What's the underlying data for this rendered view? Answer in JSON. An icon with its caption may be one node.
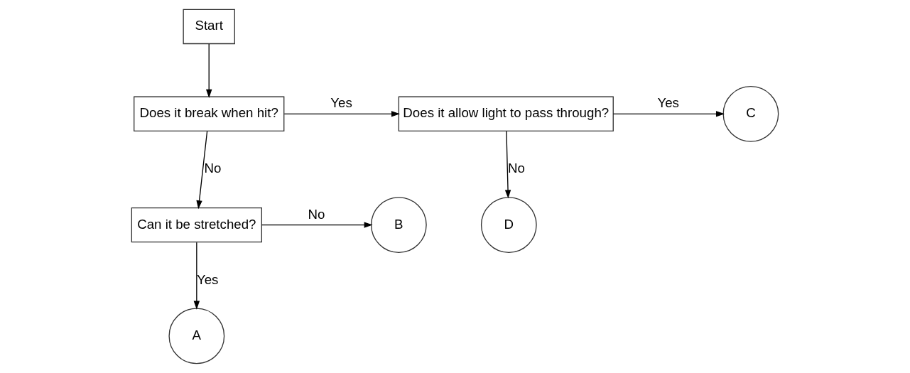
{
  "diagram": {
    "nodes": [
      {
        "text": [
          "Start"
        ]
      },
      {
        "text": [
          "Does it break when hit?"
        ]
      },
      {
        "text": [
          "Does it allow light to pass through?"
        ]
      },
      {
        "text": [
          "C"
        ]
      },
      {
        "text": [
          "Can it be stretched?"
        ]
      },
      {
        "text": [
          "B"
        ]
      },
      {
        "text": [
          "D"
        ]
      },
      {
        "text": [
          "A"
        ]
      }
    ],
    "edges": [
      {
        "from": 0,
        "to": 1,
        "arrow": "to"
      },
      {
        "from": 1,
        "to": 2,
        "arrow": "to",
        "label": "Yes"
      },
      {
        "from": 2,
        "to": 3,
        "arrow": "to",
        "label": "Yes"
      },
      {
        "from": 1,
        "to": 4,
        "arrow": "to",
        "label": "No"
      },
      {
        "from": 4,
        "to": 5,
        "arrow": "to",
        "label": "No"
      },
      {
        "from": 2,
        "to": 6,
        "arrow": "to",
        "label": "No"
      },
      {
        "from": 4,
        "to": 7,
        "arrow": "to",
        "label": "Yes"
      }
    ]
  }
}
